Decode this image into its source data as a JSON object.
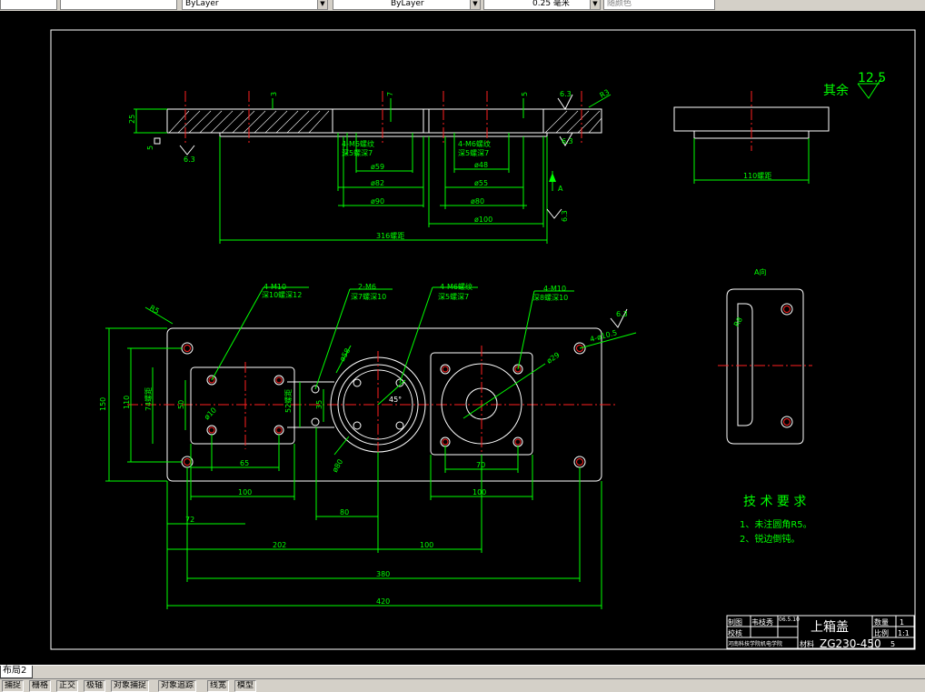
{
  "toolbar": {
    "fields": [
      {
        "value": "ByLayer"
      },
      {
        "value": "ByLayer"
      },
      {
        "value": "0.25 毫米"
      },
      {
        "value": "随颜色"
      }
    ]
  },
  "drawing": {
    "title": "上箱盖",
    "material": "ZG230-450",
    "sheet_info": {
      "quantity_label": "数量",
      "quantity_value": "1",
      "scale_label": "比例",
      "scale_value": "1:1",
      "material_label": "材料",
      "drawn_label": "制图",
      "drawn_name": "韦枝秀",
      "date": "06.5.10",
      "check_label": "校核",
      "school": "河南科技学院机电学院",
      "page": "5"
    },
    "roughness_note": {
      "label": "其余",
      "value": "12.5"
    },
    "view_a_label": "A向",
    "tech_req": {
      "title": "技 术 要 求",
      "items": [
        "1、未注圆角R5。",
        "2、锐边倒钝。"
      ]
    },
    "hole_notes": [
      {
        "line1": "4-M10",
        "line2": "深10螺深12"
      },
      {
        "line1": "2-M6",
        "line2": "深7螺深10"
      },
      {
        "line1": "4-M6螺纹",
        "line2": "深5螺深7"
      },
      {
        "line1": "4-M10",
        "line2": "深8螺深10"
      }
    ],
    "section_notes": [
      {
        "line1": "4-M6螺纹",
        "line2": "深5螺深7"
      },
      {
        "line1": "4-M6螺纹",
        "line2": "深5螺深7"
      }
    ],
    "dims": {
      "d_150": "150",
      "d_110": "110",
      "d_74": "74螺距",
      "d_50": "50",
      "d_65": "65",
      "d_100a": "100",
      "d_72": "72",
      "d_80": "80",
      "d_202": "202",
      "d_100b": "100",
      "d_380": "380",
      "d_420": "420",
      "d_70": "70",
      "d_100c": "100",
      "d_35": "35",
      "d_52": "52螺距",
      "d_r5": "R5",
      "d_r3": "R3",
      "d_45": "45°",
      "d_d29": "ø29",
      "d_d80": "ø80",
      "d_d58": "ø58",
      "d_d10": "ø10",
      "d_25": "25",
      "d_5": "5",
      "d_3": "3",
      "d_7": "7",
      "d_5b": "5",
      "d_d59": "ø59",
      "d_d82": "ø82",
      "d_d90": "ø90",
      "d_d48": "ø48",
      "d_d55": "ø55",
      "d_d80b": "ø80",
      "d_d100": "ø100",
      "d_316": "316螺距",
      "d_110b": "110螺距",
      "d_63a": "6.3",
      "d_63b": "6.3",
      "d_63c": "6.3",
      "d_63d": "6.3",
      "d_63e": "6.3",
      "d_a": "A",
      "d_4b5": "4-ø10.5",
      "d_r8": "R8"
    }
  },
  "layout_tab": "布局2",
  "status": {
    "buttons": [
      "捕捉",
      "栅格",
      "正交",
      "极轴",
      "对象捕捉",
      "对象追踪",
      "线宽",
      "模型"
    ]
  }
}
